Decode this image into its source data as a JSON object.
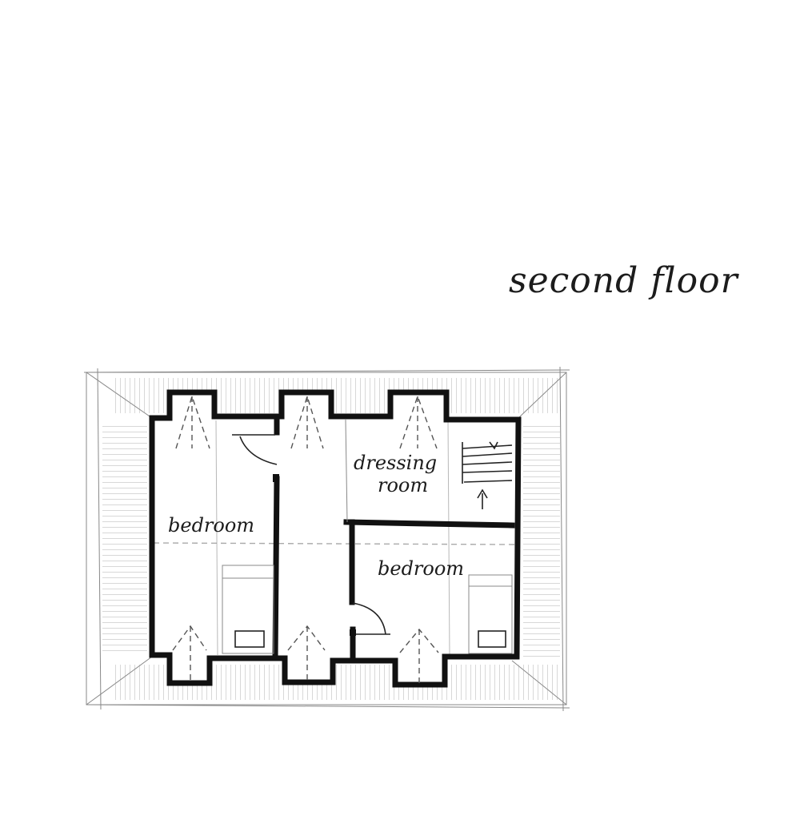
{
  "drawing": {
    "title": "second floor",
    "rooms": [
      {
        "id": "bedroom-left",
        "label": "bedroom"
      },
      {
        "id": "dressing-room",
        "label_line1": "dressing",
        "label_line2": "room"
      },
      {
        "id": "bedroom-right",
        "label": "bedroom"
      }
    ],
    "stair_direction": "up",
    "colors": {
      "ink": "#111111",
      "pencil": "#888888",
      "paper": "#ffffff"
    }
  }
}
